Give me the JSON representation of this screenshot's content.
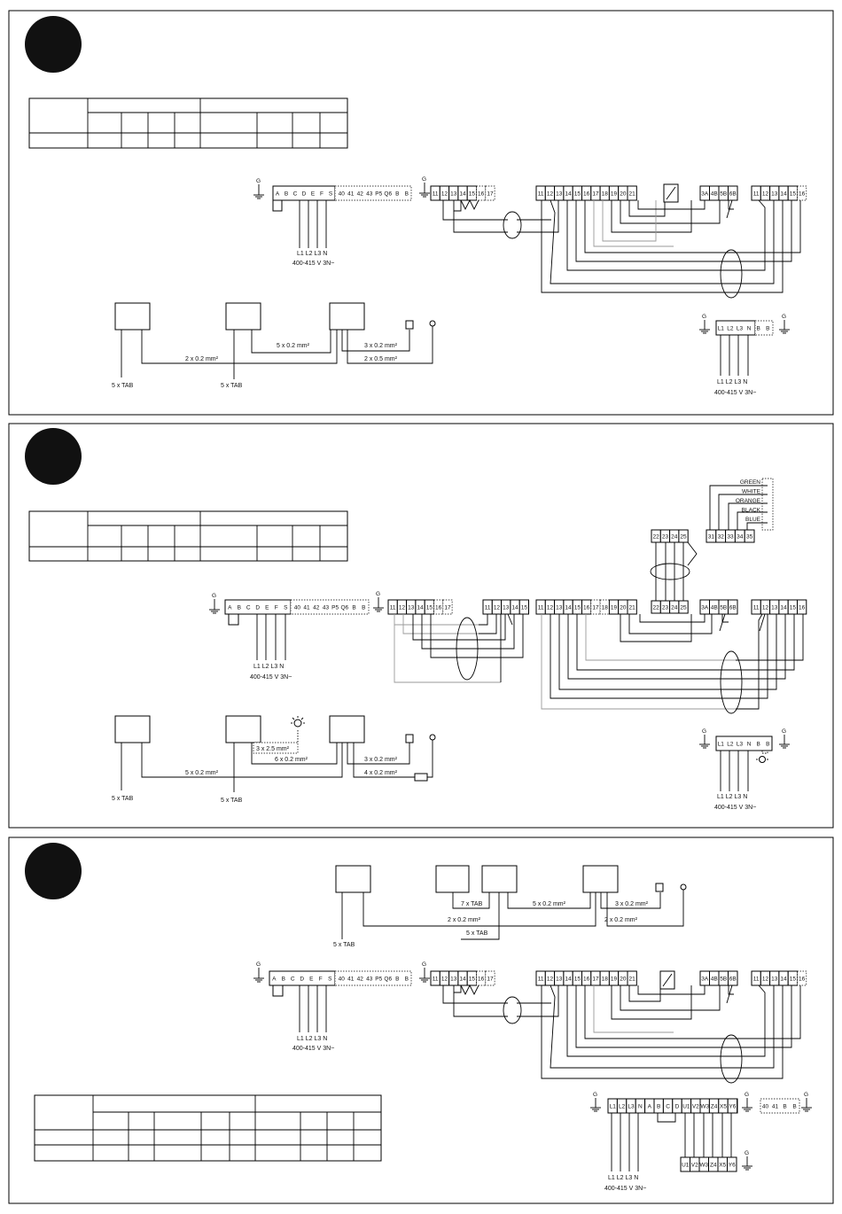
{
  "block_a": {
    "terminals_mains": [
      "A",
      "B",
      "C",
      "D",
      "E",
      "F",
      "S"
    ],
    "terminals_mains_opt": [
      "40",
      "41",
      "42",
      "43",
      "P5",
      "Q6",
      "B",
      "B"
    ],
    "strip_1": [
      "11",
      "12",
      "13",
      "14",
      "15",
      "16",
      "17"
    ],
    "strip_2": [
      "11",
      "12",
      "13",
      "14",
      "15",
      "16",
      "17",
      "18",
      "19",
      "20",
      "21"
    ],
    "strip_3": [
      "3A",
      "4B",
      "5B",
      "6B"
    ],
    "strip_4": [
      "11",
      "12",
      "13",
      "14",
      "15",
      "16"
    ],
    "supply_phases": "L1 L2 L3 N",
    "supply_voltage": "400-415 V 3N~",
    "ground": "G",
    "wire_2x02": "2 x 0.2 mm²",
    "wire_5x02": "5 x 0.2 mm²",
    "wire_3x02": "3 x 0.2 mm²",
    "wire_2x05": "2 x 0.5 mm²",
    "tab_1": "5 x TAB",
    "tab_2": "5 x TAB",
    "small_strip": [
      "L1",
      "L2",
      "L3",
      "N",
      "B",
      "B"
    ]
  },
  "block_b": {
    "colors": [
      "GREEN",
      "WHITE",
      "ORANGE",
      "BLACK",
      "BLUE"
    ],
    "strip_color": [
      "31",
      "32",
      "33",
      "34",
      "35"
    ],
    "strip_mid": [
      "22",
      "23",
      "24",
      "25"
    ],
    "strip_x": [
      "11",
      "12",
      "13",
      "14",
      "15"
    ],
    "wire_5x02": "5 x 0.2 mm²",
    "wire_3x25": "3 x 2.5 mm²",
    "wire_6x02": "6 x 0.2 mm²",
    "wire_3x02": "3 x 0.2 mm²",
    "wire_4x02": "4 x 0.2 mm²",
    "tab_1": "5 x TAB",
    "tab_2": "5 x TAB"
  },
  "block_c": {
    "tab_7": "7 x TAB",
    "tab_5a": "5 x TAB",
    "tab_5b": "5 x TAB",
    "wire_5x02": "5 x 0.2 mm²",
    "wire_2x02a": "2 x 0.2 mm²",
    "wire_3x02": "3 x 0.2 mm²",
    "wire_2x02b": "2 x 0.2 mm²",
    "big_strip": [
      "L1",
      "L2",
      "L3",
      "N",
      "A",
      "B",
      "C",
      "D",
      "U1",
      "V2",
      "W3",
      "Z4",
      "X5",
      "Y6"
    ],
    "uvw_strip": [
      "U1",
      "V2",
      "W3",
      "Z4",
      "X5",
      "Y6"
    ],
    "opt_strip": [
      "40",
      "41",
      "B",
      "B"
    ]
  }
}
